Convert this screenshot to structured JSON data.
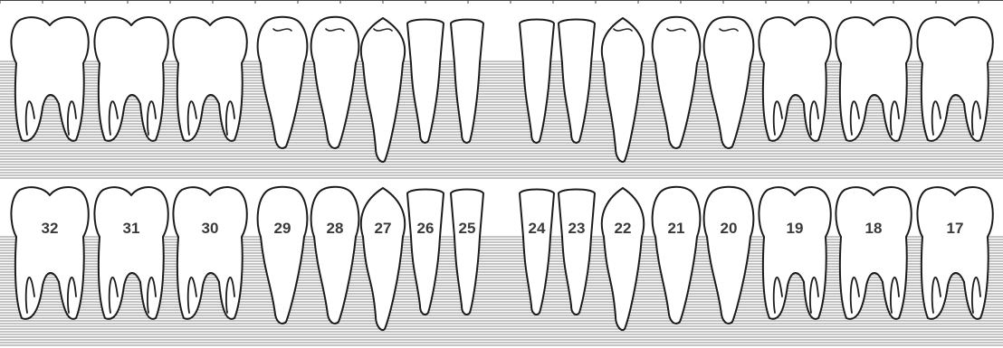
{
  "diagram": {
    "upper_row_teeth": 16,
    "lower_row_teeth": [
      {
        "number": "32",
        "type": "molar"
      },
      {
        "number": "31",
        "type": "molar"
      },
      {
        "number": "30",
        "type": "molar"
      },
      {
        "number": "29",
        "type": "premolar"
      },
      {
        "number": "28",
        "type": "premolar"
      },
      {
        "number": "27",
        "type": "canine"
      },
      {
        "number": "26",
        "type": "incisor"
      },
      {
        "number": "25",
        "type": "incisor"
      },
      {
        "number": "24",
        "type": "incisor"
      },
      {
        "number": "23",
        "type": "incisor"
      },
      {
        "number": "22",
        "type": "canine"
      },
      {
        "number": "21",
        "type": "premolar"
      },
      {
        "number": "20",
        "type": "premolar"
      },
      {
        "number": "19",
        "type": "molar"
      },
      {
        "number": "18",
        "type": "molar"
      },
      {
        "number": "17",
        "type": "molar"
      }
    ],
    "upper_row_types": [
      "molar",
      "molar",
      "molar",
      "premolar",
      "premolar",
      "canine",
      "incisor",
      "incisor",
      "incisor",
      "incisor",
      "canine",
      "premolar",
      "premolar",
      "molar",
      "molar",
      "molar"
    ],
    "colors": {
      "outline": "#1c1c1c",
      "tooth_fill": "#ffffff",
      "band_lines": "#8a8a8a",
      "number_text": "#3a3a3a"
    }
  }
}
